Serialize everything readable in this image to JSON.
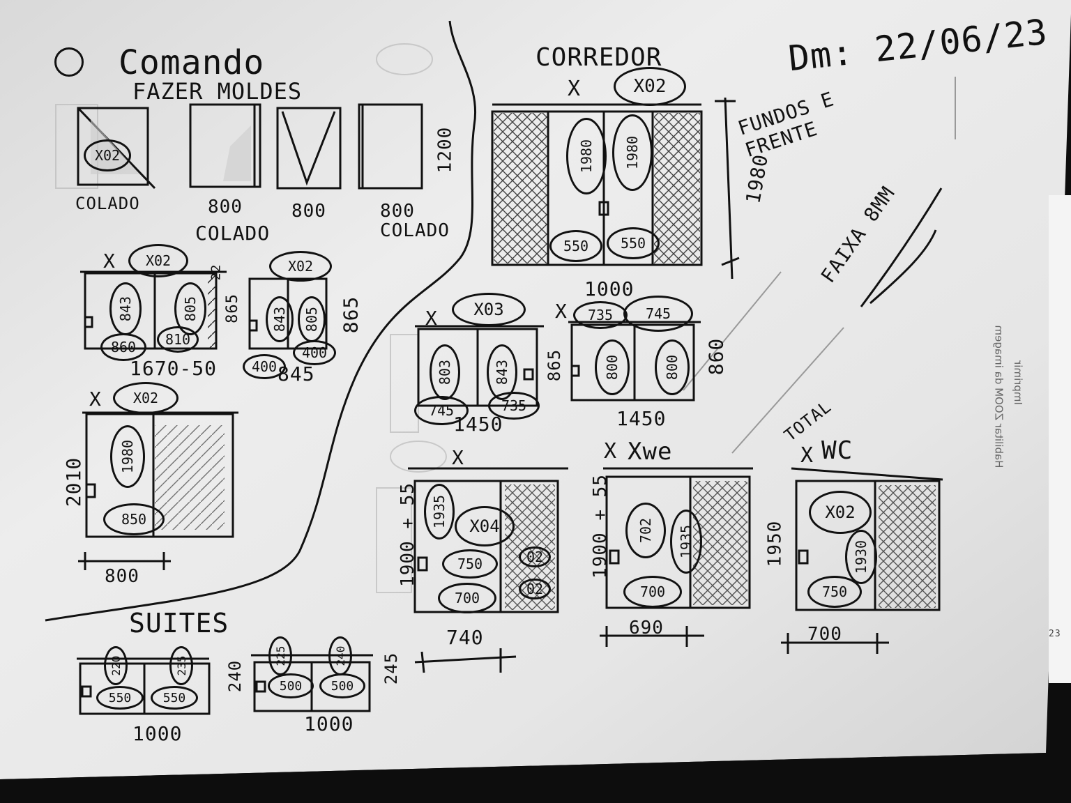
{
  "header": {
    "title": "Comando",
    "subtitle": "FAZER MOLDES",
    "date": "Dm: 22/06/23",
    "corridor": "CORREDOR",
    "note_fundos": "FUNDOS E FRENTE",
    "note_fundos_dim": "1980",
    "note_diag": "FAIXA 8MM",
    "suites": "SUITES",
    "total": "TOTAL"
  },
  "comando_row": [
    {
      "label": "X02",
      "bottom": "COLADO"
    },
    {
      "bottom": "800",
      "sub": "COLADO"
    },
    {
      "bottom": "800"
    },
    {
      "bottom": "800",
      "sub": "COLADO",
      "side": "1200"
    }
  ],
  "left_units": {
    "u1": {
      "mark": "X",
      "tag": "X02",
      "v1": "843",
      "v2": "805",
      "v3": "860",
      "v4": "810",
      "width": "1670-50",
      "side": "22",
      "side2": "865"
    },
    "u2": {
      "tag": "X02",
      "v1": "843",
      "v2": "805",
      "v3": "400",
      "v4": "400",
      "width": "845",
      "side": "865"
    },
    "u3": {
      "mark": "X",
      "tag": "X02",
      "v1": "1980",
      "v2": "850",
      "side": "2010",
      "width": "800"
    }
  },
  "corridor_unit": {
    "mark": "X",
    "tag": "X02",
    "v1": "1980",
    "v2": "1980",
    "v3": "550",
    "v4": "550",
    "width": "1000",
    "side": "1980"
  },
  "mid_units": {
    "x03": {
      "mark": "X",
      "tag": "X03",
      "v1": "803",
      "v2": "843",
      "v3": "745",
      "v4": "735",
      "width": "1450",
      "side": "865"
    },
    "x_right": {
      "mark": "X",
      "tag1": "735",
      "tag2": "745",
      "v1": "800",
      "v2": "800",
      "width": "1450",
      "side": "860"
    }
  },
  "bottom_units": {
    "b1": {
      "mark": "X",
      "v1": "1935",
      "tag": "X04",
      "v2": "750",
      "v3": "700",
      "v4": "02",
      "v5": "02",
      "side": "1900 + 55",
      "width": "740"
    },
    "b2": {
      "mark": "X",
      "title": "Xwe",
      "v1": "702",
      "v2": "1935",
      "v3": "700",
      "side": "1900 + 55",
      "width": "690"
    },
    "b3": {
      "mark": "X",
      "title": "WC",
      "tag": "X02",
      "v1": "1930",
      "v2": "750",
      "side": "1950",
      "width": "700"
    }
  },
  "suites_units": {
    "s1": {
      "v1": "220",
      "v2": "235",
      "v3": "550",
      "v4": "550",
      "side": "240",
      "width": "1000"
    },
    "s2": {
      "v1": "225",
      "v2": "240",
      "v3": "500",
      "v4": "500",
      "side": "245",
      "width": "1000"
    }
  },
  "background_ui": {
    "zoom_checkbox": "Habilitar ZOOM da imagem",
    "print": "Imprimir",
    "page_num": "23"
  }
}
